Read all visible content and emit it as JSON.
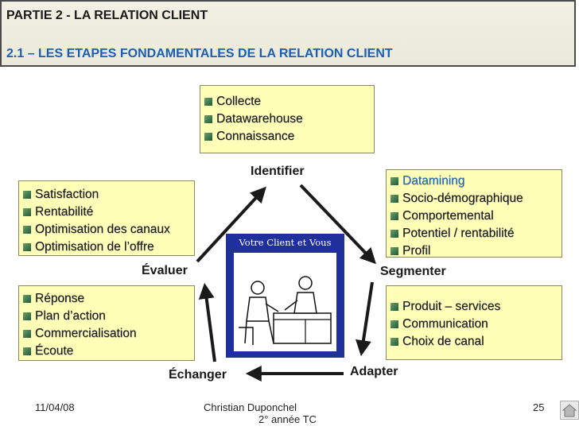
{
  "header": {
    "line1": "PARTIE 2 -  LA RELATION CLIENT",
    "line2": "2.1 – LES ETAPES FONDAMENTALES DE LA RELATION CLIENT"
  },
  "boxes": {
    "top": [
      "Collecte",
      "Datawarehouse",
      "Connaissance"
    ],
    "left_top": [
      "Satisfaction",
      "Rentabilité",
      "Optimisation des canaux",
      "Optimisation de l’offre"
    ],
    "right_top": [
      "Datamining",
      "Socio-démographique",
      "Comportemental",
      "Potentiel / rentabilité",
      "Profil"
    ],
    "left_bottom": [
      "Réponse",
      "Plan d’action",
      "Commercialisation",
      "Écoute"
    ],
    "right_bottom": [
      "Produit – services",
      "Communication",
      "Choix de canal"
    ]
  },
  "cycle": {
    "identifier": "Identifier",
    "segmenter": "Segmenter",
    "adapter": "Adapter",
    "echanger": "Échanger",
    "evaluer": "Évaluer"
  },
  "poster": {
    "title": "Votre Client et Vous"
  },
  "footer": {
    "date": "11/04/08",
    "author": "Christian Duponchel",
    "class": "2° année TC",
    "page": "25"
  },
  "colors": {
    "box_fill": "#ffffb8",
    "header_blue": "#1a5fb4",
    "poster_blue": "#1f2f9c",
    "highlight": "#1a6cc4"
  }
}
